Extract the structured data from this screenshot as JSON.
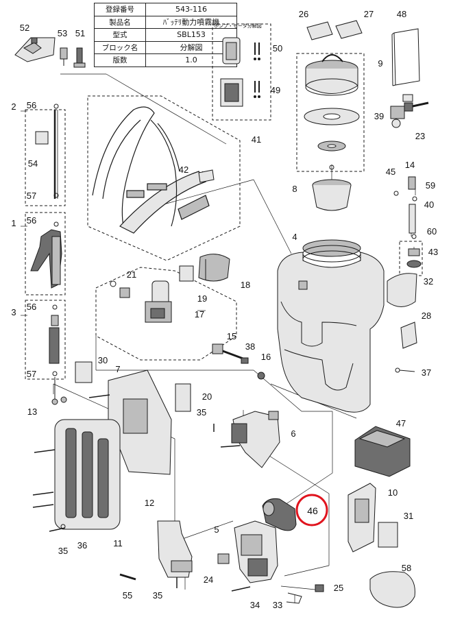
{
  "info_table": {
    "rows": [
      {
        "label": "登録番号",
        "value": "543-116"
      },
      {
        "label": "製品名",
        "value": "ﾊﾞｯﾃﾘ動力噴霧機"
      },
      {
        "label": "型式",
        "value": "SBL153"
      },
      {
        "label": "ブロック名",
        "value": "分解図"
      },
      {
        "label": "版数",
        "value": "1.0"
      }
    ]
  },
  "pump_motor_box": {
    "title": "ポンプ・モータ分解図"
  },
  "callouts": [
    {
      "id": "c1",
      "label": "1"
    },
    {
      "id": "c2",
      "label": "2"
    },
    {
      "id": "c3",
      "label": "3"
    },
    {
      "id": "c4",
      "label": "4"
    },
    {
      "id": "c5",
      "label": "5"
    },
    {
      "id": "c6",
      "label": "6"
    },
    {
      "id": "c7",
      "label": "7"
    },
    {
      "id": "c8",
      "label": "8"
    },
    {
      "id": "c9",
      "label": "9"
    },
    {
      "id": "c10",
      "label": "10"
    },
    {
      "id": "c11",
      "label": "11"
    },
    {
      "id": "c12",
      "label": "12"
    },
    {
      "id": "c13",
      "label": "13"
    },
    {
      "id": "c14",
      "label": "14"
    },
    {
      "id": "c15",
      "label": "15"
    },
    {
      "id": "c16",
      "label": "16"
    },
    {
      "id": "c17",
      "label": "17"
    },
    {
      "id": "c18",
      "label": "18"
    },
    {
      "id": "c19",
      "label": "19"
    },
    {
      "id": "c20",
      "label": "20"
    },
    {
      "id": "c21",
      "label": "21"
    },
    {
      "id": "c23",
      "label": "23"
    },
    {
      "id": "c24",
      "label": "24"
    },
    {
      "id": "c25",
      "label": "25"
    },
    {
      "id": "c26",
      "label": "26"
    },
    {
      "id": "c27",
      "label": "27"
    },
    {
      "id": "c28",
      "label": "28"
    },
    {
      "id": "c30",
      "label": "30"
    },
    {
      "id": "c31",
      "label": "31"
    },
    {
      "id": "c32",
      "label": "32"
    },
    {
      "id": "c33",
      "label": "33"
    },
    {
      "id": "c34",
      "label": "34"
    },
    {
      "id": "c35a",
      "label": "35"
    },
    {
      "id": "c35b",
      "label": "35"
    },
    {
      "id": "c35c",
      "label": "35"
    },
    {
      "id": "c36",
      "label": "36"
    },
    {
      "id": "c37",
      "label": "37"
    },
    {
      "id": "c38",
      "label": "38"
    },
    {
      "id": "c39",
      "label": "39"
    },
    {
      "id": "c40",
      "label": "40"
    },
    {
      "id": "c41",
      "label": "41"
    },
    {
      "id": "c42",
      "label": "42"
    },
    {
      "id": "c43",
      "label": "43"
    },
    {
      "id": "c45",
      "label": "45"
    },
    {
      "id": "c46",
      "label": "46"
    },
    {
      "id": "c47",
      "label": "47"
    },
    {
      "id": "c48",
      "label": "48"
    },
    {
      "id": "c49",
      "label": "49"
    },
    {
      "id": "c50",
      "label": "50"
    },
    {
      "id": "c51",
      "label": "51"
    },
    {
      "id": "c52",
      "label": "52"
    },
    {
      "id": "c53",
      "label": "53"
    },
    {
      "id": "c54",
      "label": "54"
    },
    {
      "id": "c55",
      "label": "55"
    },
    {
      "id": "c56a",
      "label": "56"
    },
    {
      "id": "c56b",
      "label": "56"
    },
    {
      "id": "c56c",
      "label": "56"
    },
    {
      "id": "c57a",
      "label": "57"
    },
    {
      "id": "c57b",
      "label": "57"
    },
    {
      "id": "c58",
      "label": "58"
    },
    {
      "id": "c59",
      "label": "59"
    },
    {
      "id": "c60",
      "label": "60"
    }
  ],
  "highlight": {
    "label": "46",
    "color": "#e0141e"
  },
  "colors": {
    "line": "#1a1a1a",
    "fill_dark": "#6e6e6e",
    "fill_mid": "#bdbdbd",
    "fill_light": "#e6e6e6"
  }
}
